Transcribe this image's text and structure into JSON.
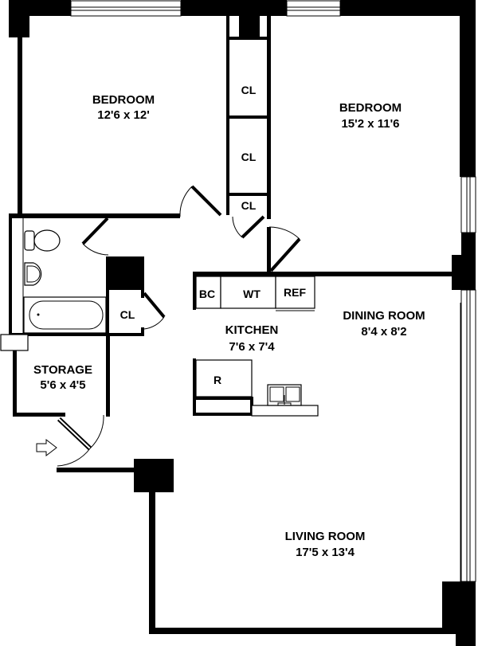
{
  "floor_plan": {
    "rooms": [
      {
        "id": "bedroom-1",
        "name": "BEDROOM",
        "dimensions": "12'6 x 12'"
      },
      {
        "id": "bedroom-2",
        "name": "BEDROOM",
        "dimensions": "15'2 x 11'6"
      },
      {
        "id": "kitchen",
        "name": "KITCHEN",
        "dimensions": "7'6 x 7'4"
      },
      {
        "id": "dining-room",
        "name": "DINING ROOM",
        "dimensions": "8'4 x 8'2"
      },
      {
        "id": "storage",
        "name": "STORAGE",
        "dimensions": "5'6 x 4'5"
      },
      {
        "id": "living-room",
        "name": "LIVING ROOM",
        "dimensions": "17'5 x 13'4"
      }
    ],
    "closets": [
      {
        "id": "closet-1",
        "label": "CL"
      },
      {
        "id": "closet-2",
        "label": "CL"
      },
      {
        "id": "closet-3",
        "label": "CL"
      },
      {
        "id": "closet-4",
        "label": "CL"
      }
    ],
    "fixtures": {
      "bc": "BC",
      "wt": "WT",
      "ref": "REF",
      "range": "R"
    },
    "entry_marker": "entry-arrow"
  }
}
